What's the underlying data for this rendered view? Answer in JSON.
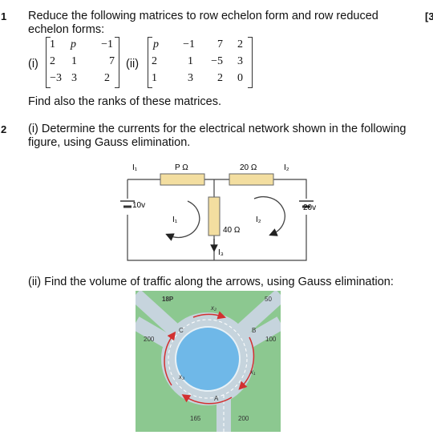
{
  "margin": {
    "left_mark": "1",
    "right_mark": "[3",
    "q2_mark": "2"
  },
  "q1": {
    "line1": "Reduce the following matrices to row echelon form and row reduced",
    "line2": "echelon forms:",
    "label_i": "(i)",
    "label_ii": "(ii)",
    "matrix_i": [
      [
        "1",
        "p",
        "−1"
      ],
      [
        "2",
        "1",
        "7"
      ],
      [
        "−3",
        "3",
        "2"
      ]
    ],
    "matrix_ii": [
      [
        "p",
        "−1",
        "7",
        "2"
      ],
      [
        "2",
        "1",
        "−5",
        "3"
      ],
      [
        "1",
        "3",
        "2",
        "0"
      ]
    ],
    "ranks_text": "Find also the ranks of these matrices."
  },
  "q2": {
    "part_i_line1": "(i) Determine the currents for the electrical network shown in the following",
    "part_i_line2": "figure, using Gauss elimination.",
    "circuit": {
      "i1_top": "I₁",
      "p_ohm": "P Ω",
      "r20": "20 Ω",
      "i2_top": "I₂",
      "v10": "10v",
      "v20": "20v",
      "loop_i1": "I₁",
      "loop_i2": "I₂",
      "r40": "40 Ω",
      "i3": "I₃"
    },
    "part_ii": "(ii) Find the volume of traffic along the arrows, using Gauss elimination:",
    "traffic": {
      "top_left_in": "18P",
      "top_right_in": "50",
      "left_in": "200",
      "right_out": "100",
      "bottom_left": "165",
      "bottom_right": "200",
      "x2": "x₂",
      "x3": "x₃",
      "x1": "x₁",
      "node_a": "A",
      "node_b": "B",
      "node_c": "C"
    }
  }
}
